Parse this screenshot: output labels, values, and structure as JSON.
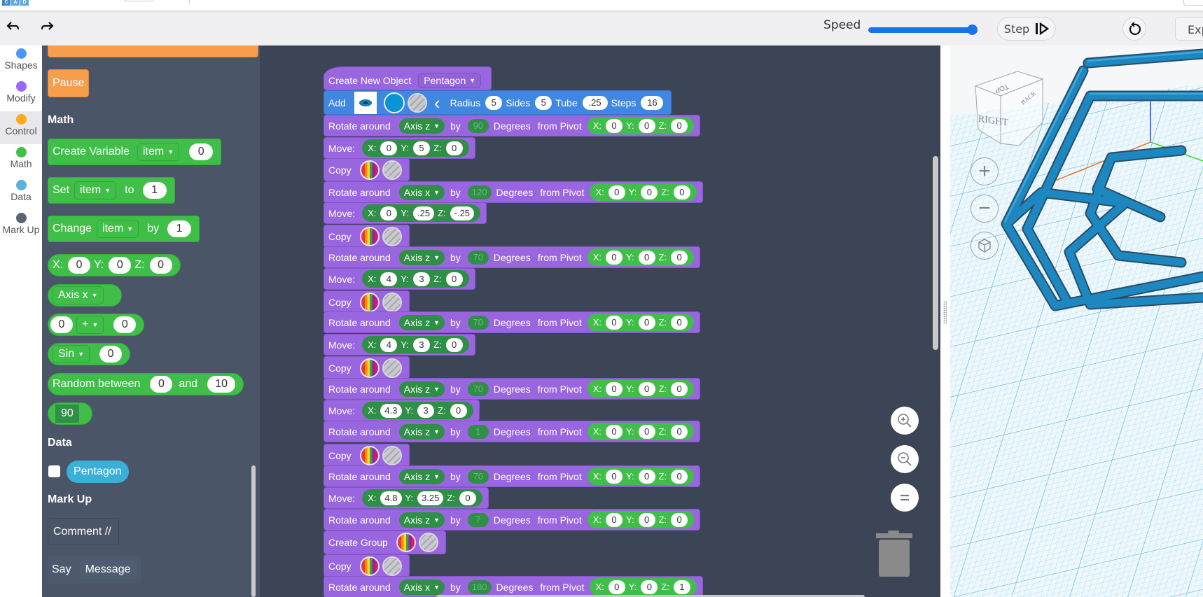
{
  "header": {
    "logo": [
      "C",
      "A",
      "D"
    ]
  },
  "toolbar": {
    "undo_icon": "↶",
    "redo_icon": "↷",
    "speed_label": "Speed",
    "speed_value": 100,
    "play_icon": "▶",
    "step_label": "Step",
    "step_icon": "step-forward",
    "reset_icon": "↻",
    "export_label": "Exp"
  },
  "categories": [
    {
      "label": "Shapes",
      "color": "#4c97ff"
    },
    {
      "label": "Modify",
      "color": "#9966ff"
    },
    {
      "label": "Control",
      "color": "#ffab19",
      "selected": true
    },
    {
      "label": "Math",
      "color": "#40bf4a"
    },
    {
      "label": "Data",
      "color": "#5cb1d6"
    },
    {
      "label": "Mark Up",
      "color": "#5a6472"
    }
  ],
  "flyout": {
    "pause": "Pause",
    "math_heading": "Math",
    "create_variable": {
      "label": "Create Variable",
      "var": "item",
      "value": "0"
    },
    "set": {
      "label": "Set",
      "var": "item",
      "to": "to",
      "value": "1"
    },
    "change": {
      "label": "Change",
      "var": "item",
      "by": "by",
      "value": "1"
    },
    "xyz": {
      "x": "0",
      "y": "0",
      "z": "0"
    },
    "axis": "Axis x",
    "arith": {
      "a": "0",
      "op": "+",
      "b": "0"
    },
    "trig": {
      "fn": "Sin",
      "value": "0"
    },
    "random": {
      "label": "Random between",
      "min": "0",
      "and": "and",
      "max": "10"
    },
    "number": "90",
    "data_heading": "Data",
    "data_var": "Pentagon",
    "markup_heading": "Mark Up",
    "comment": "Comment //",
    "say": {
      "label": "Say",
      "message": "Message"
    }
  },
  "labels": {
    "rotate": "Rotate around",
    "by": "by",
    "degrees": "Degrees",
    "from_pivot": "from Pivot",
    "move": "Move:",
    "copy": "Copy",
    "x": "X:",
    "y": "Y:",
    "z": "Z:"
  },
  "program": {
    "create": {
      "label": "Create New Object",
      "object": "Pentagon"
    },
    "add": {
      "label": "Add",
      "shape": "torus",
      "color": "#0a94d6",
      "radius_label": "Radius",
      "radius": "5",
      "sides_label": "Sides",
      "sides": "5",
      "tube_label": "Tube",
      "tube": ".25",
      "steps_label": "Steps",
      "steps": "16"
    },
    "steps": [
      {
        "type": "rotate",
        "axis": "Axis z",
        "deg": "90",
        "px": "0",
        "py": "0",
        "pz": "0"
      },
      {
        "type": "move",
        "x": "0",
        "y": "5",
        "z": "0"
      },
      {
        "type": "copy"
      },
      {
        "type": "rotate",
        "axis": "Axis x",
        "deg": "120",
        "px": "0",
        "py": "0",
        "pz": "0"
      },
      {
        "type": "move",
        "x": "0",
        "y": ".25",
        "z": "-.25"
      },
      {
        "type": "copy"
      },
      {
        "type": "rotate",
        "axis": "Axis z",
        "deg": "70",
        "px": "0",
        "py": "0",
        "pz": "0"
      },
      {
        "type": "move",
        "x": "4",
        "y": "3",
        "z": "0"
      },
      {
        "type": "copy"
      },
      {
        "type": "rotate",
        "axis": "Axis z",
        "deg": "70",
        "px": "0",
        "py": "0",
        "pz": "0"
      },
      {
        "type": "move",
        "x": "4",
        "y": "3",
        "z": "0"
      },
      {
        "type": "copy"
      },
      {
        "type": "rotate",
        "axis": "Axis z",
        "deg": "70",
        "px": "0",
        "py": "0",
        "pz": "0"
      },
      {
        "type": "move",
        "x": "4.3",
        "y": "3",
        "z": "0"
      },
      {
        "type": "rotate",
        "axis": "Axis z",
        "deg": "1",
        "px": "0",
        "py": "0",
        "pz": "0"
      },
      {
        "type": "copy"
      },
      {
        "type": "rotate",
        "axis": "Axis z",
        "deg": "70",
        "px": "0",
        "py": "0",
        "pz": "0"
      },
      {
        "type": "move",
        "x": "4.8",
        "y": "3.25",
        "z": "0"
      },
      {
        "type": "rotate",
        "axis": "Axis z",
        "deg": "7",
        "px": "0",
        "py": "0",
        "pz": "0"
      },
      {
        "type": "group",
        "label": "Create Group"
      },
      {
        "type": "copy"
      },
      {
        "type": "rotate",
        "axis": "Axis x",
        "deg": "180",
        "px": "0",
        "py": "0",
        "pz": "1"
      }
    ]
  },
  "workspace_controls": {
    "zoom_in": "⊕",
    "zoom_out": "⊖",
    "reset": "="
  },
  "viewer": {
    "viewcube": {
      "top": "TOP",
      "right": "RIGHT",
      "back": "BACK"
    },
    "zoom_in": "+",
    "zoom_out": "−",
    "home": "fit-view",
    "model_color": "#1c87c1",
    "grid_color": "#8fd3ee"
  }
}
